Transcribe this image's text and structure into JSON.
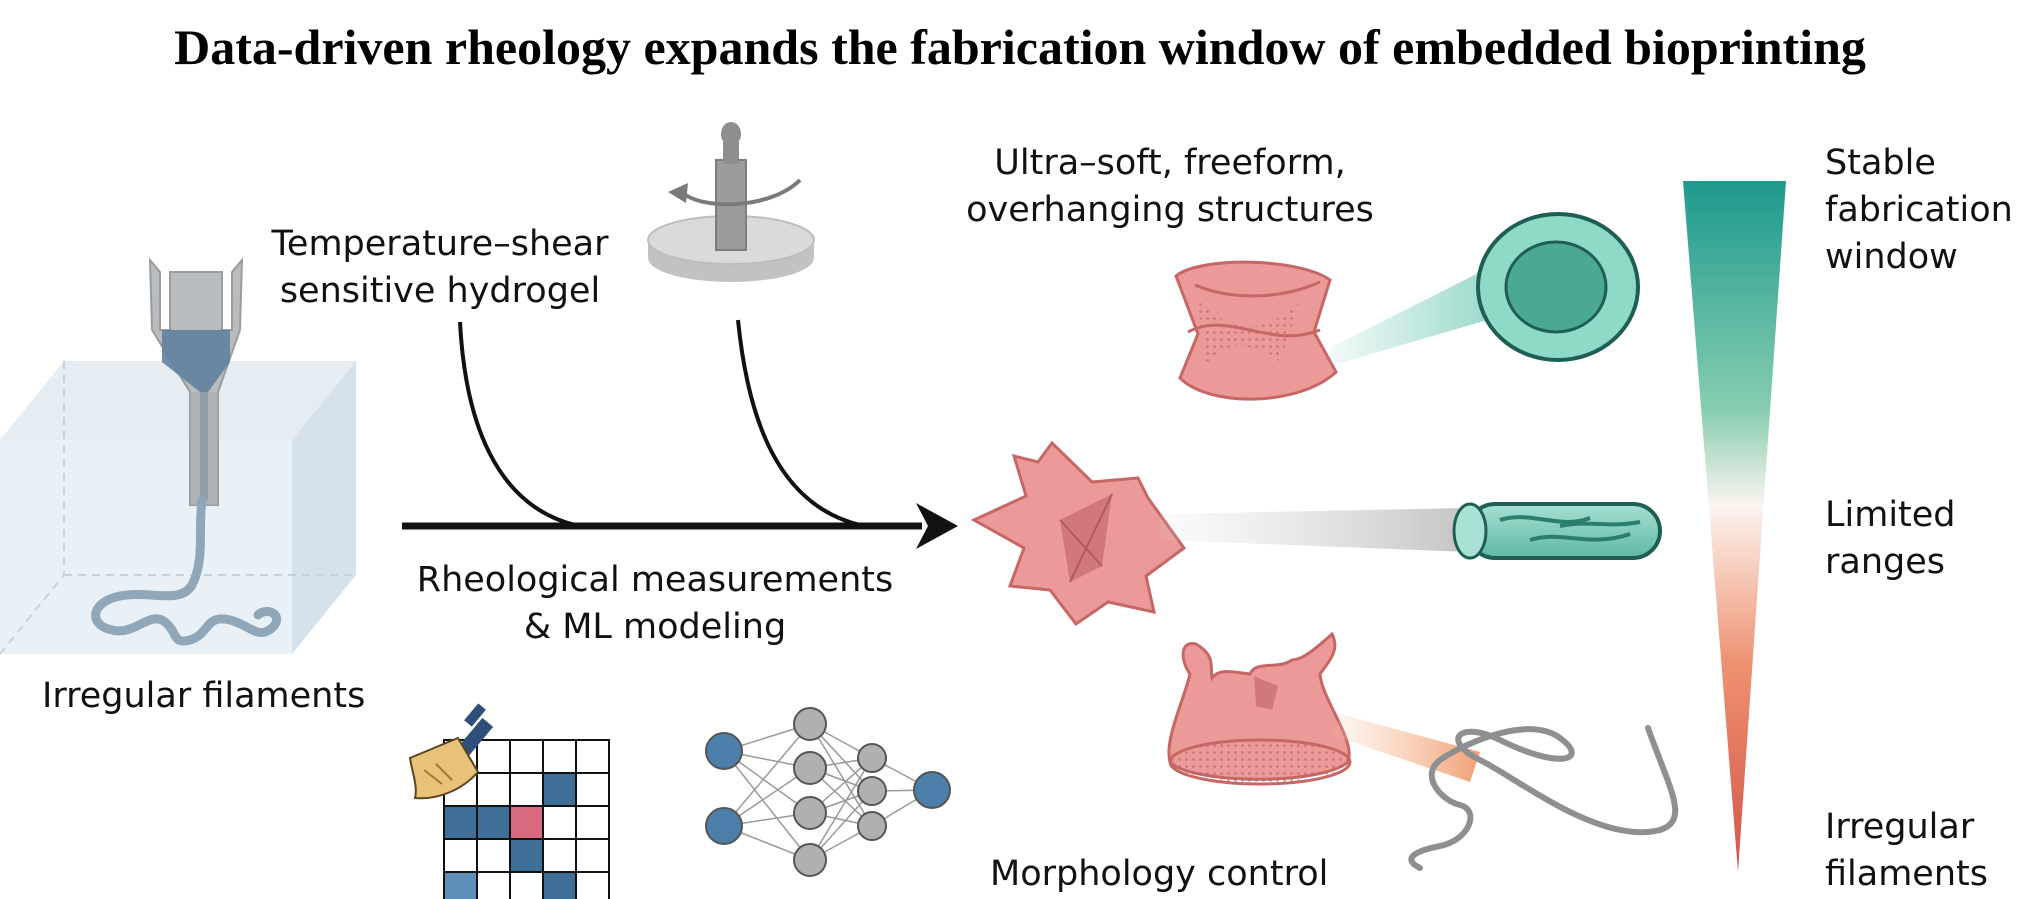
{
  "title": "Data-driven rheology expands the fabrication window of embedded bioprinting",
  "labels": {
    "hydrogel_line1": "Temperature–shear",
    "hydrogel_line2": "sensitive hydrogel",
    "irregular_filaments_left": "Irregular filaments",
    "rheology_line1": "Rheological measurements",
    "rheology_line2": "& ML modeling",
    "structures_line1": "Ultra–soft, freeform,",
    "structures_line2": "overhanging structures",
    "morphology": "Morphology control"
  },
  "scale": {
    "top_line1": "Stable",
    "top_line2": "fabrication",
    "top_line3": "window",
    "mid_line1": "Limited",
    "mid_line2": "ranges",
    "bottom_line1": "Irregular",
    "bottom_line2": "filaments",
    "colors": {
      "top": "#1e9a8e",
      "upper": "#86cdb0",
      "mid": "#fbf4ef",
      "lower": "#ee9170",
      "bottom": "#d2544a"
    }
  },
  "colors": {
    "tissue_pink": "#e9908f",
    "tissue_dark": "#c66766",
    "teal": "#7fcfbd",
    "teal_dark": "#2e8b7c",
    "grid_blue": "#3f6f97",
    "grid_pink": "#d86a80",
    "node_blue": "#4b7ea8",
    "node_gray": "#b0b0b0"
  }
}
